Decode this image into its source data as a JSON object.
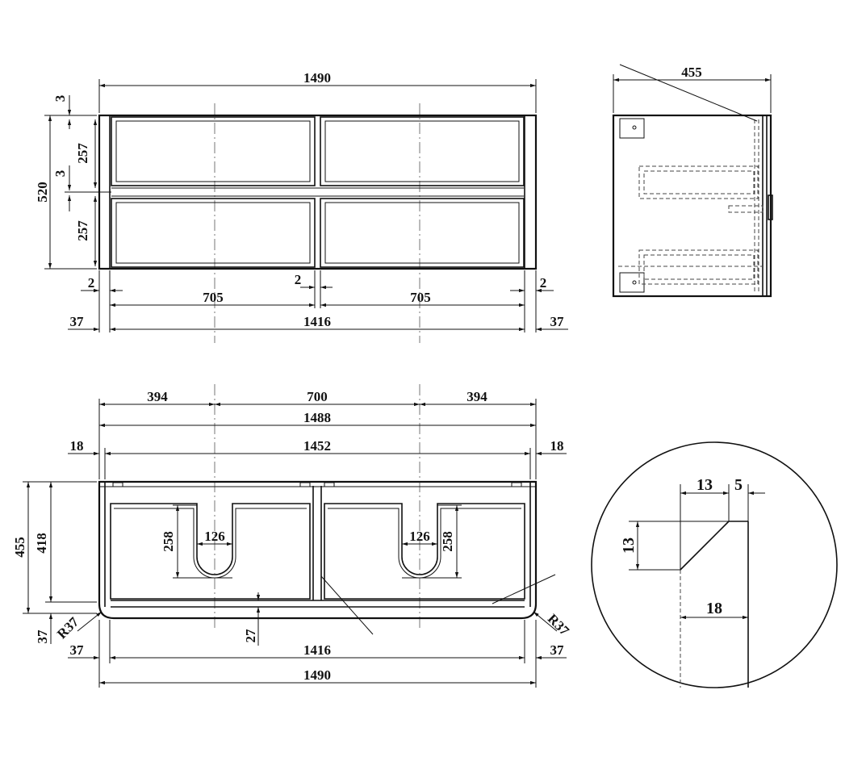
{
  "front_view": {
    "overall_width": "1490",
    "top_gap": "3",
    "overall_height": "520",
    "drawer_height_top": "257",
    "mid_gap": "3",
    "drawer_height_bottom": "257",
    "side_gap_left": "2",
    "drawer_width_left": "705",
    "centre_gap": "2",
    "drawer_width_right": "705",
    "side_gap_right": "2",
    "side_left": "37",
    "inner_width": "1416",
    "side_right": "37"
  },
  "side_view": {
    "depth": "455"
  },
  "top_view": {
    "offset_left": "394",
    "centre_spacing": "700",
    "offset_right": "394",
    "width_total": "1488",
    "panel_left": "18",
    "inner_width": "1452",
    "panel_right": "18",
    "overall_depth": "455",
    "inner_depth": "418",
    "cutout_depth_left": "258",
    "cutout_width_left": "126",
    "cutout_width_right": "126",
    "cutout_depth_right": "258",
    "plinth_depth": "37",
    "radius_left": "R37",
    "back_panel": "27",
    "radius_right": "R37",
    "side_left": "37",
    "inner_width_bottom": "1416",
    "side_right": "37",
    "overall_width": "1490"
  },
  "detail": {
    "chamfer_width": "13",
    "offset": "5",
    "chamfer_height": "13",
    "panel_thickness": "18"
  }
}
